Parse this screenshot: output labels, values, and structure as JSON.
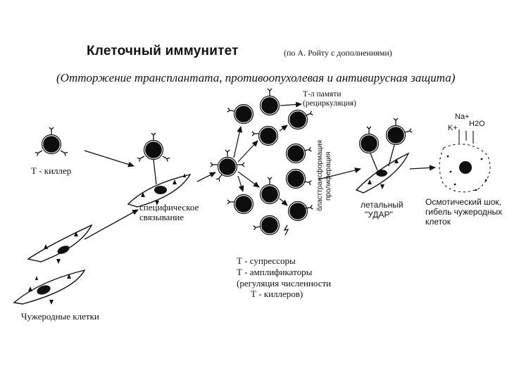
{
  "title": "Клеточный иммунитет",
  "title_note": "(по А. Ройту с дополнениями)",
  "subtitle": "(Отторжение трансплантата, противоопухолевая и антивирусная защита)",
  "labels": {
    "t_killer": "Т - киллер",
    "foreign_cells": "Чужеродные клетки",
    "specific_line1": "специфическое",
    "specific_line2": "связывание",
    "memory_line1": "Т-л памяти",
    "memory_line2": "(рециркуляция)",
    "blast_line1": "бласттрансформация",
    "blast_line2": "пролиферация",
    "suppressors": "Т - супрессоры",
    "amplifiers": "Т - амплификаторы",
    "regulation_line1": "(регуляция численности",
    "regulation_line2": "Т - киллеров)",
    "lethal_line1": "летальный",
    "lethal_line2": "\"УДАР\"",
    "osmotic_line1": "Осмотический шок,",
    "osmotic_line2": "гибель чужеродных",
    "osmotic_line3": "клеток"
  },
  "ions": {
    "na": "Na+",
    "k": "K+",
    "h2o": "H2O"
  }
}
